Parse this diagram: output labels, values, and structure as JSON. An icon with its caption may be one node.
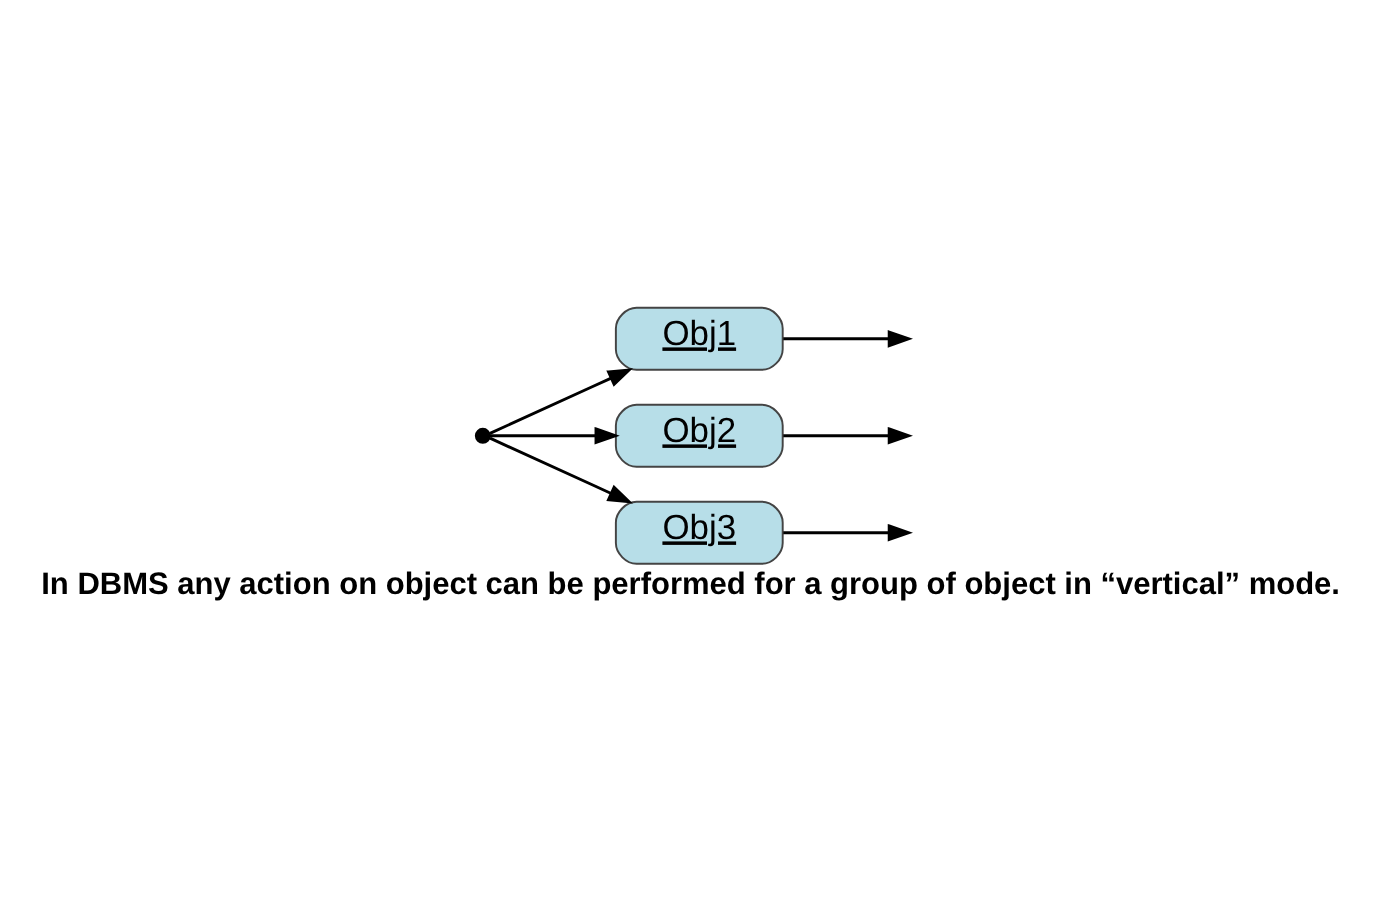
{
  "diagram": {
    "caption": "In DBMS any action on object can be performed for a group of object in “vertical” mode.",
    "nodes": [
      {
        "text": [],
        "shape": "circle"
      },
      {
        "text": [
          "Obj1"
        ]
      },
      {
        "text": [
          "Obj2"
        ]
      },
      {
        "text": [
          "Obj3"
        ]
      }
    ],
    "edges": [
      {
        "from": 0,
        "to": 1,
        "arrow": "to"
      },
      {
        "from": 0,
        "to": 2,
        "arrow": "to"
      },
      {
        "from": 0,
        "to": 3,
        "arrow": "to"
      },
      {
        "from": 1,
        "to": null,
        "arrow": "to"
      },
      {
        "from": 2,
        "to": null,
        "arrow": "to"
      },
      {
        "from": 3,
        "to": null,
        "arrow": "to"
      }
    ]
  }
}
